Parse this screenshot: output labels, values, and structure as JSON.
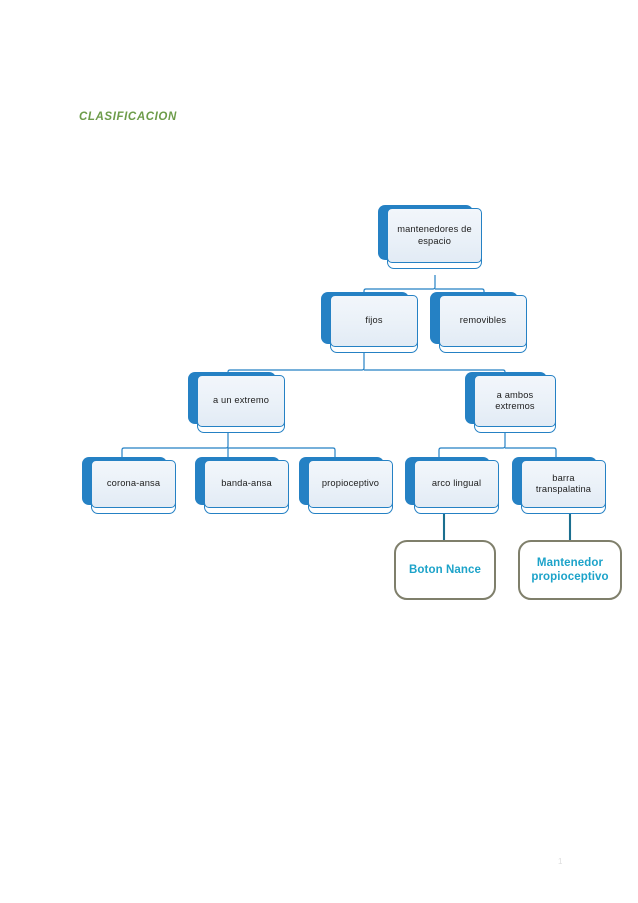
{
  "page": {
    "section_title": "CLASIFICACION",
    "page_number": "1",
    "colors": {
      "title_green": "#6d9c4a",
      "node_blue": "#2581c4",
      "node_face_light": "#eaf1f8",
      "callout_border_gray": "#7f7f6b",
      "callout_text_teal": "#1da3c9",
      "node_text": "#1d1d1d"
    }
  },
  "diagram": {
    "type": "hierarchy",
    "root": "mantenedores de espacio",
    "levels": [
      {
        "level": 1,
        "nodes": [
          {
            "id": "root",
            "label": "mantenedores de espacio"
          }
        ]
      },
      {
        "level": 2,
        "nodes": [
          {
            "id": "fijos",
            "label": "fijos",
            "parent": "root"
          },
          {
            "id": "removibles",
            "label": "removibles",
            "parent": "root"
          }
        ]
      },
      {
        "level": 3,
        "nodes": [
          {
            "id": "un-extremo",
            "label": "a un extremo",
            "parent": "fijos"
          },
          {
            "id": "ambos-extremos",
            "label": "a ambos extremos",
            "parent": "fijos"
          }
        ]
      },
      {
        "level": 4,
        "nodes": [
          {
            "id": "corona-ansa",
            "label": "corona-ansa",
            "parent": "un-extremo"
          },
          {
            "id": "banda-ansa",
            "label": "banda-ansa",
            "parent": "un-extremo"
          },
          {
            "id": "propioceptivo",
            "label": "propioceptivo",
            "parent": "un-extremo"
          },
          {
            "id": "arco-lingual",
            "label": "arco lingual",
            "parent": "ambos-extremos"
          },
          {
            "id": "barra-transpalatina",
            "label": "barra transpalatina",
            "parent": "ambos-extremos"
          }
        ]
      }
    ],
    "callouts": [
      {
        "id": "boton-nance",
        "label": "Boton Nance",
        "attached_to": "arco-lingual"
      },
      {
        "id": "mantenedor-propioceptivo",
        "label": "Mantenedor propioceptivo",
        "attached_to": "barra-transpalatina"
      }
    ]
  }
}
